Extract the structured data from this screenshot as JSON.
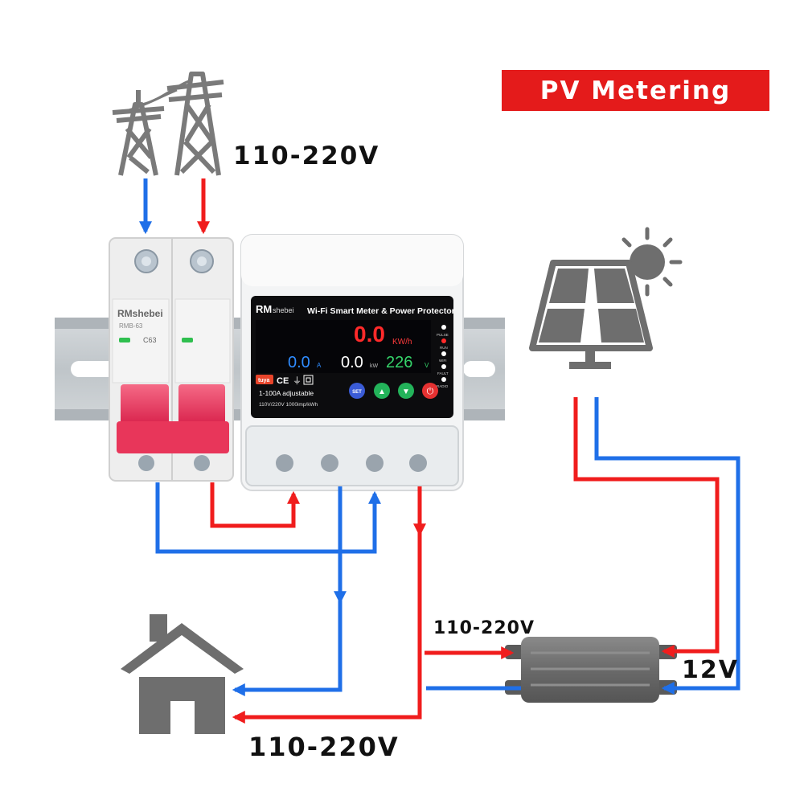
{
  "title": "PV Metering",
  "colors": {
    "live_wire": "#f01d1d",
    "neutral_wire": "#1f6fe8",
    "icon_gray": "#6e6e6e",
    "badge_bg": "#e41b1b",
    "breaker_handle": "#e8365a",
    "din_rail": "#c9ced2"
  },
  "labels": {
    "grid_voltage": "110-220V",
    "inverter_ac_voltage": "110-220V",
    "panel_dc_voltage": "12V",
    "house_voltage": "110-220V"
  },
  "icons": {
    "grid": "power-tower-icon",
    "solar": "solar-panel-sun-icon",
    "house": "house-icon",
    "inverter": "micro-inverter-icon"
  },
  "breaker": {
    "brand": "RMshebei",
    "model": "RMB-63",
    "rating": "C63"
  },
  "meter": {
    "brand_bold": "RM",
    "brand_rest": "shebei",
    "title": "Wi-Fi Smart Meter & Power Protector",
    "energy_value": "0.0",
    "energy_unit": "KW/h",
    "current_value": "0.0",
    "current_unit": "A",
    "power_value": "0.0",
    "power_unit": "kW",
    "voltage_value": "226",
    "voltage_unit": "V",
    "indicators": [
      "PULSE",
      "RUN",
      "WIFI",
      "FAULT",
      "RADIO"
    ],
    "spec_line1": "1-100A adjustable",
    "spec_line2": "110V/220V 1000imp/kWh",
    "tuya_label": "tuya",
    "buttons": {
      "set": "SET",
      "up": "▲",
      "down": "▼",
      "power": "⏻"
    }
  }
}
